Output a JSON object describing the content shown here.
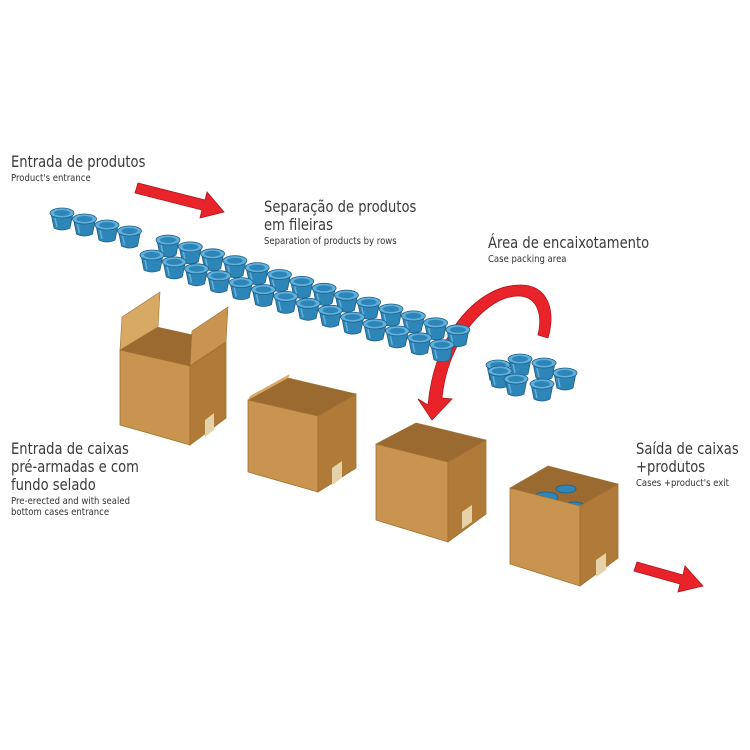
{
  "labels": {
    "product_entrance": {
      "main": "Entrada de produtos",
      "sub": "Product's entrance"
    },
    "separation": {
      "main_line1": "Separação de produtos",
      "main_line2": "em fileiras",
      "sub": "Separation of products by rows"
    },
    "case_packing": {
      "main": "Área de encaixotamento",
      "sub": "Case packing area"
    },
    "cases_entrance": {
      "main_line1": "Entrada de caixas",
      "main_line2": "pré-armadas e com",
      "main_line3": "fundo selado",
      "sub_line1": "Pre-erected and with sealed",
      "sub_line2": "bottom cases entrance"
    },
    "cases_exit": {
      "main_line1": "Saída de caixas",
      "main_line2": "+produtos",
      "sub": "Cases +product's exit"
    }
  },
  "colors": {
    "arrow": "#e8232a",
    "product": "#2e86b8",
    "product_dark": "#1e5e86",
    "product_light": "#5fb0dc",
    "box_front": "#c9944f",
    "box_side": "#b07a38",
    "box_inside": "#9a6a30",
    "box_flap": "#d8a865",
    "tape": "#e6d2a8"
  },
  "icons": [
    "red-arrow-icon",
    "curved-red-arrow-icon",
    "cup-product-icon",
    "cardboard-box-icon"
  ]
}
